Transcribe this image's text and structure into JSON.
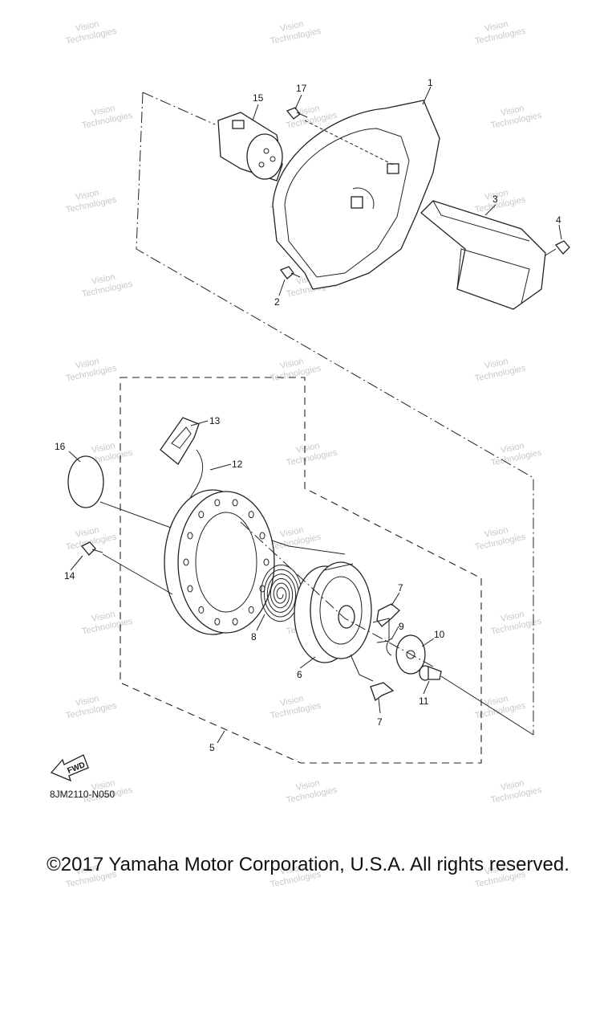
{
  "diagram": {
    "code": "8JM2110-N050",
    "fwd_label": "FWD",
    "callouts": {
      "p1": "1",
      "p2": "2",
      "p3": "3",
      "p4": "4",
      "p5": "5",
      "p6": "6",
      "p7a": "7",
      "p7b": "7",
      "p8": "8",
      "p9": "9",
      "p10": "10",
      "p11": "11",
      "p12": "12",
      "p13": "13",
      "p14": "14",
      "p15": "15",
      "p16": "16",
      "p17": "17"
    },
    "watermark": [
      "Vision",
      "Technologies"
    ]
  },
  "footer": {
    "copyright": "©2017 Yamaha Motor Corporation, U.S.A. All rights reserved."
  }
}
